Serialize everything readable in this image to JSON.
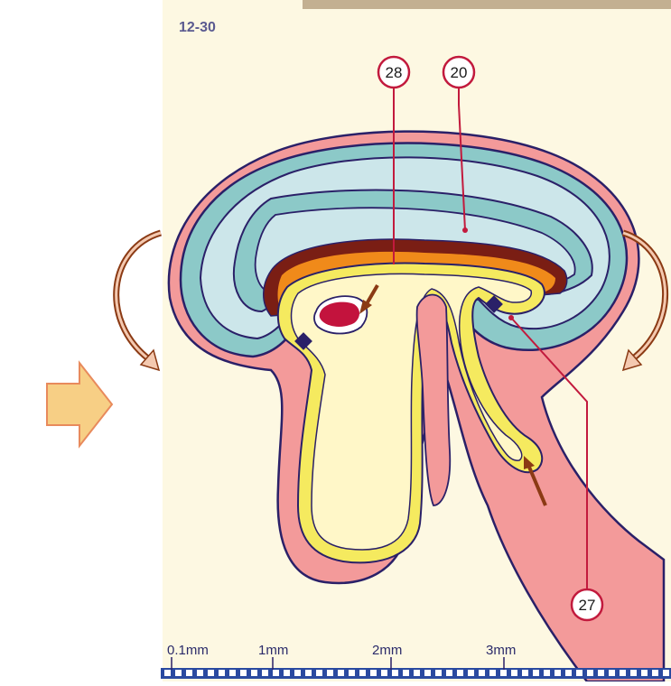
{
  "figure": {
    "number": "12-30"
  },
  "callouts": [
    {
      "id": "28",
      "label": "28"
    },
    {
      "id": "20",
      "label": "20"
    },
    {
      "id": "27",
      "label": "27"
    }
  ],
  "scale_bar": {
    "labels": [
      "0.1mm",
      "1mm",
      "2mm",
      "3mm"
    ]
  },
  "colors": {
    "panel": "#fdf8e2",
    "top_bar": "#c3b091",
    "ectoderm_outer": "#f39a9a",
    "ectoderm_fill": "#fbb6b3",
    "mesenchyme": "#8cc9c8",
    "mesenchyme_light": "#cce6ea",
    "neural": "#f5ea5f",
    "neural_fill": "#fff7c8",
    "outline": "#2a2068",
    "dark_red": "#7a1e14",
    "orange": "#f08a1a",
    "crimson": "#c3133d",
    "callout_line": "#c21a3d",
    "arrow_fill": "#f7cf85",
    "arrow_stroke": "#e88a5c",
    "curved_arrow": "#8b3a14"
  },
  "icons": [
    "right-block-arrow-icon",
    "curved-arrow-left-icon",
    "curved-arrow-right-icon"
  ]
}
